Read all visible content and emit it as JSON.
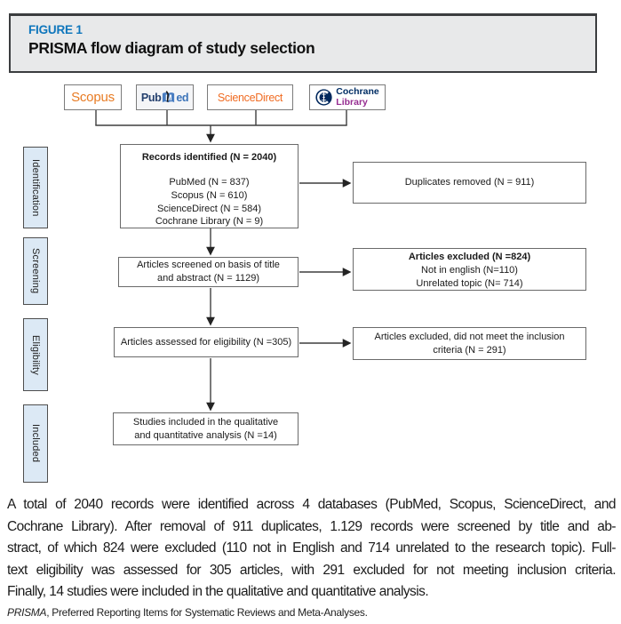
{
  "figure_header": {
    "label": "FIGURE 1",
    "title": "PRISMA flow diagram of study selection"
  },
  "sources": {
    "scopus": "Scopus",
    "pubmed_pub": "Pub",
    "pubmed_m": "M",
    "pubmed_ed": "ed",
    "sciencedirect": "ScienceDirect",
    "cochrane_line1": "Cochrane",
    "cochrane_line2": "Library"
  },
  "stages": [
    "Identification",
    "Screening",
    "Eligibility",
    "Included"
  ],
  "boxes": {
    "records": {
      "title": "Records identified (N = 2040)",
      "lines": [
        "PubMed (N = 837)",
        "Scopus (N = 610)",
        "ScienceDirect (N = 584)",
        "Cochrane Library (N = 9)"
      ]
    },
    "duplicates": "Duplicates removed (N = 911)",
    "screened": "Articles screened on basis of title and abstract (N = 1129)",
    "excluded1": {
      "title": "Articles excluded (N =824)",
      "lines": [
        "Not in english (N=110)",
        "Unrelated topic (N= 714)"
      ]
    },
    "eligibility": "Articles assessed for eligibility (N =305)",
    "excluded2": "Articles excluded, did not meet the inclusion criteria (N = 291)",
    "included": "Studies included in the qualitative and quantitative analysis (N =14)"
  },
  "caption_lines": [
    "A total of 2040 records were identified across 4 databases (PubMed, Scopus, ScienceDirect, and",
    "Cochrane Library). After removal of 911 duplicates, 1.129 records were screened by title and ab-",
    "stract, of which 824 were excluded (110 not in English and 714 unrelated to the research topic). Full-",
    "text eligibility was assessed for 305 articles, with 291 excluded for not meeting inclusion criteria.",
    "Finally, 14 studies were included in the qualitative and quantitative analysis."
  ],
  "footnote": {
    "abbr": "PRISMA",
    "text": ", Preferred Reporting Items for Systematic Reviews and Meta-Analyses."
  },
  "colors": {
    "figure_label_blue": "#0e76bc",
    "scopus_orange": "#e87b23",
    "sciencedirect_orange": "#f06c23",
    "pubmed_navy": "#24406e",
    "pubmed_blue": "#3c74b9",
    "cochrane_navy": "#002d64",
    "cochrane_purple": "#962d91",
    "stage_label_fill": "#dce9f5",
    "header_fill": "#e8e9ea",
    "line_color": "#3f3f3f"
  }
}
